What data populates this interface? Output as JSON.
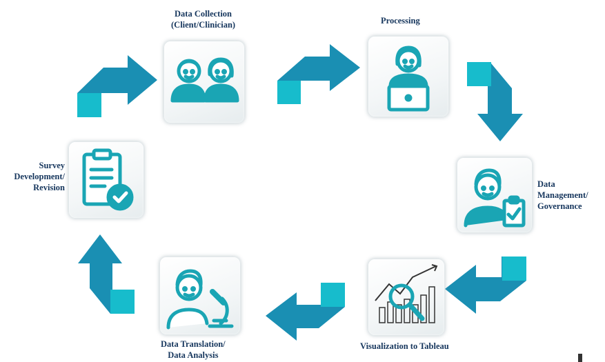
{
  "nodes": {
    "collection": {
      "lines": [
        "Data Collection",
        "(Client/Clinician)"
      ]
    },
    "processing": {
      "lines": [
        "Processing"
      ]
    },
    "management": {
      "lines": [
        "Data",
        "Management/",
        "Governance"
      ]
    },
    "visualization": {
      "lines": [
        "Visualization to Tableau"
      ]
    },
    "translation": {
      "lines": [
        "Data Translation/",
        "Data Analysis"
      ]
    },
    "survey": {
      "lines": [
        "Survey",
        "Development/",
        "Revision"
      ]
    }
  },
  "colors": {
    "arrow_dark": "#1a8fb3",
    "arrow_light": "#17bccc",
    "icon": "#1aa5b4",
    "label": "#16365d"
  },
  "icons": {
    "collection": "two-people-icon",
    "processing": "person-laptop-icon",
    "management": "person-clipboard-icon",
    "visualization": "chart-magnifier-icon",
    "translation": "person-microscope-icon",
    "survey": "clipboard-check-icon"
  }
}
